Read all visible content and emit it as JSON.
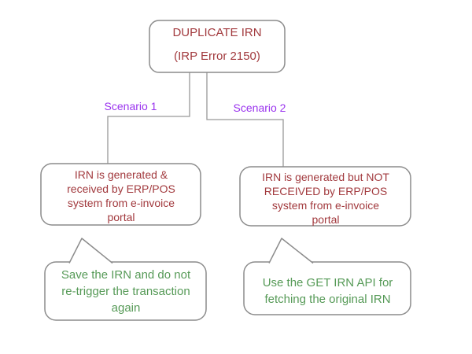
{
  "diagram": {
    "root": {
      "title": "DUPLICATE IRN",
      "subtitle": "(IRP Error 2150)"
    },
    "branches": [
      {
        "label": "Scenario 1",
        "condition": "IRN is generated &\nreceived by ERP/POS\nsystem from e-invoice\nportal",
        "action": "Save the IRN and do not\nre-trigger the transaction\nagain"
      },
      {
        "label": "Scenario 2",
        "condition": "IRN is generated but NOT\nRECEIVED by ERP/POS\nsystem from e-invoice\nportal",
        "action": "Use the GET IRN API for\nfetching the original IRN"
      }
    ]
  },
  "colors": {
    "condition_text": "#a23a3e",
    "scenario_text": "#9a33ee",
    "action_text": "#569a57",
    "shape_border": "#8c8c8c",
    "connector": "#999999",
    "background": "#ffffff"
  }
}
